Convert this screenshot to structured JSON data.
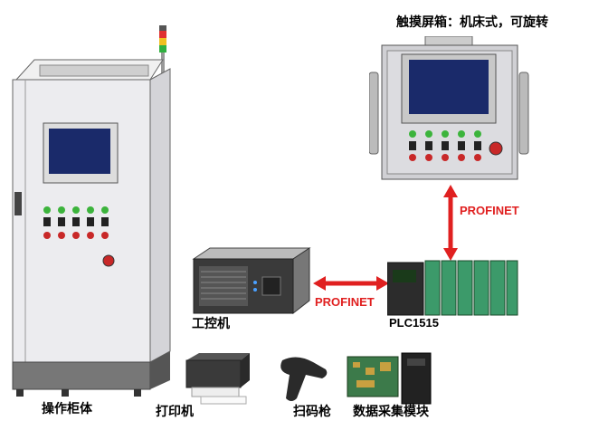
{
  "title": "触摸屏箱：机床式，可旋转",
  "labels": {
    "cabinet": "操作柜体",
    "printer": "打印机",
    "scanner": "扫码枪",
    "daq": "数据采集模块",
    "ipc": "工控机",
    "plc": "PLC1515"
  },
  "links": {
    "vertical": "PROFINET",
    "horizontal": "PROFINET"
  },
  "colors": {
    "arrow": "#e02020",
    "cabinet_body": "#e8e8ec",
    "screen": "#1a2a6a",
    "button_green": "#3cb43c",
    "button_red": "#c82828",
    "plc_module": "#3c9a6a"
  }
}
